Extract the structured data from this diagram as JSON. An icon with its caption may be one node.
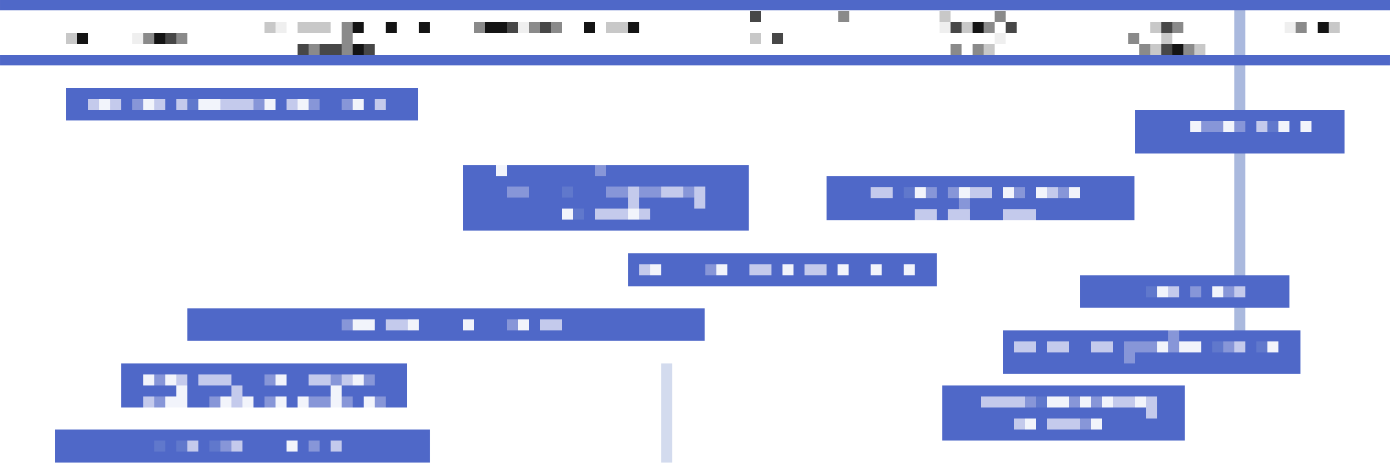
{
  "diagram": {
    "nodes": [
      {
        "text": [],
        "shape": "bar"
      },
      {
        "text": [],
        "shape": "bar"
      },
      {
        "text": [],
        "shape": "bar"
      },
      {
        "text": [],
        "shape": "bar"
      },
      {
        "text": [],
        "shape": "bar"
      },
      {
        "text": [],
        "shape": "bar"
      },
      {
        "text": [],
        "shape": "bar"
      },
      {
        "text": [],
        "shape": "bar"
      },
      {
        "text": [],
        "shape": "bar"
      },
      {
        "text": [],
        "shape": "bar"
      },
      {
        "text": [],
        "shape": "bar"
      }
    ]
  }
}
